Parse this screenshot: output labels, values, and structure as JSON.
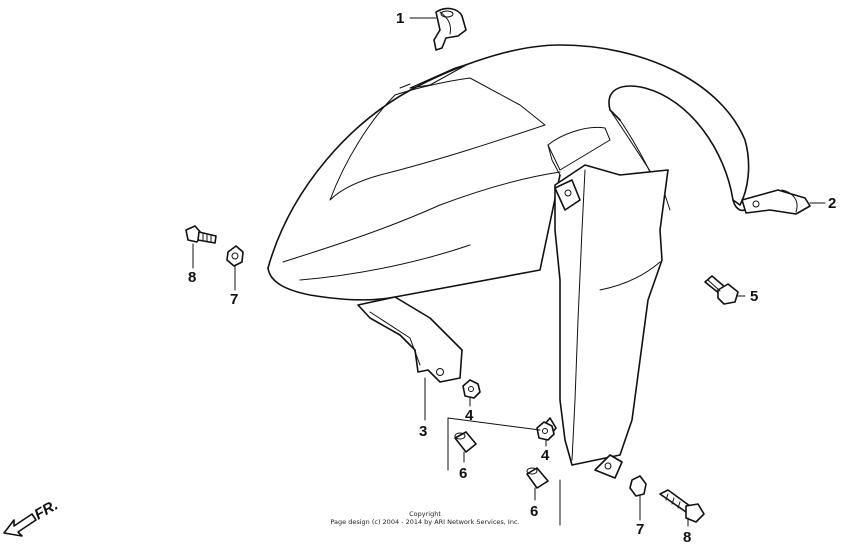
{
  "diagram": {
    "callouts": [
      {
        "id": "c1",
        "label": "1"
      },
      {
        "id": "c2",
        "label": "2"
      },
      {
        "id": "c3",
        "label": "3"
      },
      {
        "id": "c4a",
        "label": "4"
      },
      {
        "id": "c4b",
        "label": "4"
      },
      {
        "id": "c5",
        "label": "5"
      },
      {
        "id": "c6a",
        "label": "6"
      },
      {
        "id": "c6b",
        "label": "6"
      },
      {
        "id": "c7a",
        "label": "7"
      },
      {
        "id": "c7b",
        "label": "7"
      },
      {
        "id": "c8a",
        "label": "8"
      },
      {
        "id": "c8b",
        "label": "8"
      }
    ],
    "direction_label": "FR.",
    "copyright_line1": "Copyright",
    "copyright_line2": "Page design (c) 2004 - 2014 by ARI Network Services, Inc."
  }
}
